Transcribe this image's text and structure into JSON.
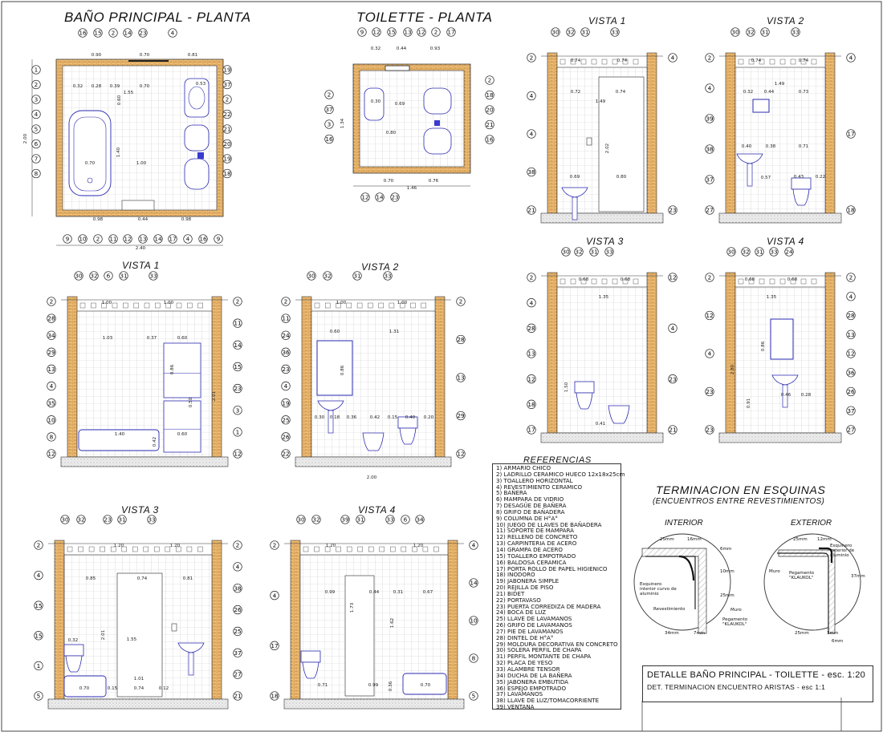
{
  "titles": {
    "plan_bano": "BAÑO PRINCIPAL - PLANTA",
    "plan_toilette": "TOILETTE - PLANTA",
    "t_vista1": "VISTA 1",
    "t_vista2": "VISTA 2",
    "t_vista3": "VISTA 3",
    "t_vista4": "VISTA 4",
    "b_vista1": "VISTA 1",
    "b_vista2": "VISTA 2",
    "b_vista3": "VISTA 3",
    "b_vista4": "VISTA 4"
  },
  "references": {
    "title": "REFERENCIAS",
    "items": [
      "1) ARMARIO CHICO",
      "2) LADRILLO CERAMICO HUECO 12x18x25cm",
      "3) TOALLERO HORIZONTAL",
      "4) REVESTIMIENTO CERAMICO",
      "5) BAÑERA",
      "6) MAMPARA DE VIDRIO",
      "7) DESAGÜE DE BAÑERA",
      "8) GRIFO DE BAÑADERA",
      "9) COLUMNA DE H°A°",
      "10) JUEGO DE LLAVES DE BAÑADERA",
      "11) SOPORTE DE MAMPARA",
      "12) RELLENO DE CONCRETO",
      "13) CARPINTERIA DE ACERO",
      "14) GRAMPA DE ACERO",
      "15) TOALLERO EMPOTRADO",
      "16) BALDOSA CERAMICA",
      "17) PORTA ROLLO DE PAPEL HIGIENICO",
      "18) INODORO",
      "19) JABONERA SIMPLE",
      "20) REJILLA DE PISO",
      "21) BIDET",
      "22) PORTAVASO",
      "23) PUERTA CORREDIZA DE MADERA",
      "24) BOCA DE LUZ",
      "25) LLAVE DE LAVAMANOS",
      "26) GRIFO DE LAVAMANOS",
      "27) PIE DE LAVAMANOS",
      "28) DINTEL DE H°A°",
      "29) MOLDURA DECORATIVA EN CONCRETO",
      "30) SOLERA PERFIL DE CHAPA",
      "31) PERFIL MONTANTE DE CHAPA",
      "32) PLACA DE YESO",
      "33) ALAMBRE TENSOR",
      "34) DUCHA DE LA BAÑERA",
      "35) JABONERA EMBUTIDA",
      "36) ESPEJO EMPOTRADO",
      "37) LAVAMANOS",
      "38) LLAVE DE LUZ/TOMACORRIENTE",
      "39) VENTANA"
    ]
  },
  "corners": {
    "title": "TERMINACION EN ESQUINAS",
    "subtitle": "(ENCUENTROS ENTRE REVESTIMIENTOS)",
    "interior": "INTERIOR",
    "exterior": "EXTERIOR",
    "int_labels": {
      "d25": "25mm",
      "d16": "16mm",
      "d6": "6mm",
      "d10": "10mm",
      "d25v": "25mm",
      "esquinero": "Esquinero interior curvo de aluminio",
      "revestimiento": "Revestimiento",
      "muro": "Muro",
      "pegamento": "Pegamento \"KLAUKOL\"",
      "d34": "34mm",
      "d7": "7mm"
    },
    "ext_labels": {
      "d25": "25mm",
      "d12": "12mm",
      "esquinero": "Esquinero exterior de aluminio",
      "muro": "Muro",
      "pegamento": "Pegamento \"KLAUKOL\"",
      "d37": "37mm",
      "d25b": "25mm",
      "d3": "3mm",
      "d6": "6mm"
    }
  },
  "title_block": {
    "line1": "DETALLE BAÑO PRINCIPAL - TOILETTE - esc. 1:20",
    "line2": "DET. TERMINACION ENCUENTRO ARISTAS - esc 1:1"
  },
  "callouts": {
    "plan_bano_top": [
      "16",
      "15",
      "2",
      "14",
      "23",
      "4"
    ],
    "plan_bano_left": [
      "1",
      "2",
      "3",
      "4",
      "5",
      "6",
      "7",
      "8"
    ],
    "plan_bano_right": [
      "19",
      "37",
      "2",
      "22",
      "21",
      "20",
      "19",
      "18"
    ],
    "plan_bano_bottom": [
      "9",
      "10",
      "2",
      "11",
      "12",
      "13",
      "14",
      "17",
      "4",
      "16",
      "9"
    ],
    "plan_toil_top": [
      "9",
      "12",
      "15",
      "13",
      "12",
      "2",
      "17"
    ],
    "plan_toil_left": [
      "2",
      "37",
      "3",
      "16"
    ],
    "plan_toil_right": [
      "2",
      "18",
      "20",
      "21",
      "16"
    ],
    "plan_toil_bottom": [
      "12",
      "14",
      "23"
    ],
    "tv1_top": [
      "30",
      "32",
      "31",
      "33"
    ],
    "tv2_top": [
      "30",
      "32",
      "31",
      "33"
    ],
    "tv3_top": [
      "30",
      "32",
      "31",
      "33"
    ],
    "tv4_top": [
      "30",
      "32",
      "31",
      "33",
      "24"
    ],
    "bv1_top": [
      "30",
      "32",
      "6",
      "31",
      "33"
    ],
    "bv2_top": [
      "30",
      "32",
      "31",
      "33"
    ],
    "bv3_top": [
      "30",
      "32",
      "23",
      "31",
      "33"
    ],
    "bv4_top": [
      "30",
      "32",
      "39",
      "31",
      "33",
      "6",
      "34"
    ]
  },
  "dimensions": {
    "plan_bano": [
      "0.90",
      "0.70",
      "0.81",
      "0.32",
      "0.28",
      "0.39",
      "0.70",
      "1.55",
      "0.60",
      "1.40",
      "1.00",
      "0.70",
      "2.00",
      "0.98",
      "0.44",
      "0.98",
      "2.40",
      "0.53"
    ],
    "plan_toil": [
      "0.32",
      "0.44",
      "0.93",
      "0.69",
      "0.30",
      "0.80",
      "0.70",
      "0.76",
      "1.46",
      "1.34"
    ],
    "tv1": [
      "0.74",
      "0.74",
      "0.72",
      "0.74",
      "1.49",
      "2.02",
      "0.69",
      "0.80"
    ],
    "tv2": [
      "0.74",
      "0.74",
      "1.49",
      "0.32",
      "0.44",
      "0.73",
      "0.40",
      "0.38",
      "0.71",
      "0.57",
      "0.43",
      "0.22"
    ],
    "tv3": [
      "0.68",
      "0.68",
      "1.35",
      "1.50",
      "0.41"
    ],
    "tv4": [
      "0.68",
      "0.68",
      "1.35",
      "0.86",
      "0.46",
      "0.28",
      "0.91",
      "2.80"
    ],
    "bv1": [
      "1.00",
      "1.00",
      "1.03",
      "0.37",
      "0.60",
      "0.86",
      "1.40",
      "0.42",
      "0.60",
      "0.50",
      "2.01"
    ],
    "bv2": [
      "1.00",
      "1.00",
      "0.60",
      "1.31",
      "0.86",
      "0.30",
      "0.18",
      "0.36",
      "0.42",
      "0.15",
      "0.40",
      "0.20",
      "2.00"
    ],
    "bv3": [
      "1.20",
      "1.20",
      "0.85",
      "0.74",
      "0.81",
      "0.32",
      "1.55",
      "2.01",
      "1.01",
      "0.70",
      "0.74",
      "0.15",
      "0.12"
    ],
    "bv4": [
      "1.20",
      "1.20",
      "0.99",
      "0.44",
      "0.31",
      "0.67",
      "1.73",
      "1.62",
      "0.71",
      "0.99",
      "0.70",
      "0.36"
    ]
  }
}
